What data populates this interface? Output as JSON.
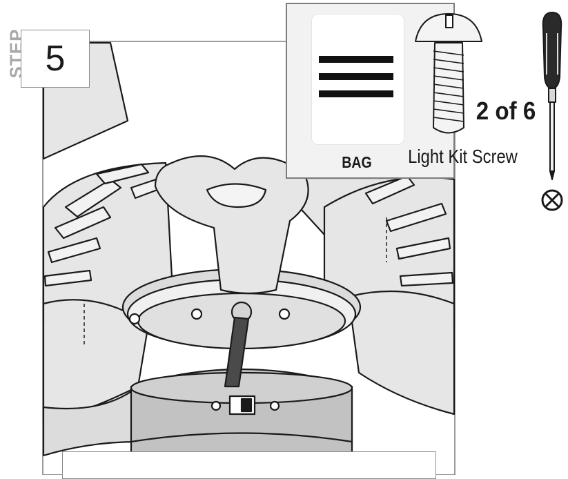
{
  "step": {
    "word": "STEP",
    "number": "5"
  },
  "parts": {
    "bag_label": "BAG",
    "screw_label": "Light Kit Screw",
    "count_label": "2 of 6",
    "bag_marking": "three-bars",
    "tool": "phillips-screwdriver-icon",
    "tool_action_symbol": "remove-circle-x-icon"
  },
  "colors": {
    "outline": "#1a1a1a",
    "fan_fill": "#e6e6e6",
    "light_kit_fill": "#c2c2c2",
    "frame_border": "#7d7d7d",
    "step_text": "#a8a8a8"
  }
}
